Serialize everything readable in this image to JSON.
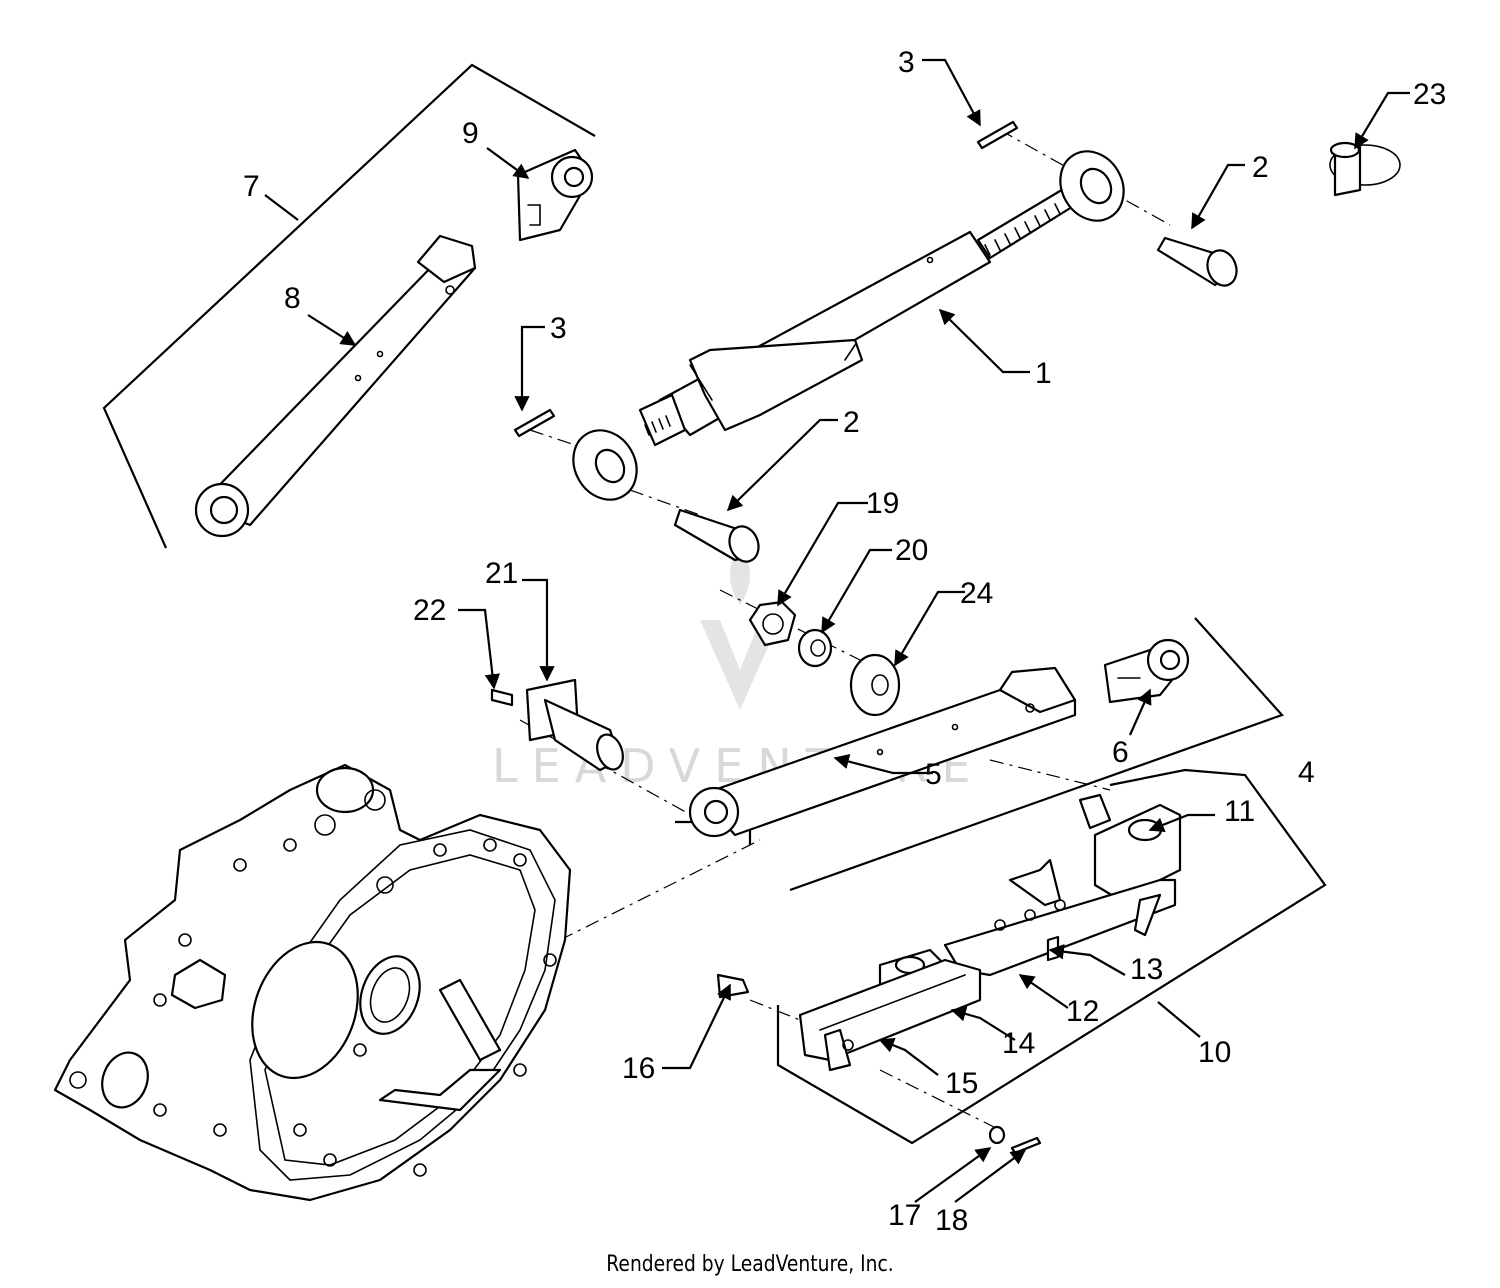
{
  "watermark": "LEADVENTURE",
  "footer": "Rendered by LeadVenture, Inc.",
  "callouts": {
    "c1": "1",
    "c2a": "2",
    "c2b": "2",
    "c3a": "3",
    "c3b": "3",
    "c4": "4",
    "c5": "5",
    "c6": "6",
    "c7": "7",
    "c8": "8",
    "c9": "9",
    "c10": "10",
    "c11": "11",
    "c12": "12",
    "c13": "13",
    "c14": "14",
    "c15": "15",
    "c16": "16",
    "c17": "17",
    "c18": "18",
    "c19": "19",
    "c20": "20",
    "c21": "21",
    "c22": "22",
    "c23": "23",
    "c24": "24"
  },
  "colors": {
    "line": "#000000",
    "background": "#ffffff",
    "watermark": "#d8d8d8"
  }
}
